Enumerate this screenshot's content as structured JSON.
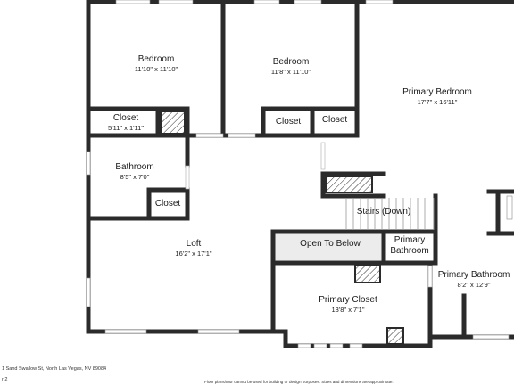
{
  "rooms": [
    {
      "name": "Bedroom",
      "dims": "11'10\" x 11'10\""
    },
    {
      "name": "Bedroom",
      "dims": "11'8\" x 11'10\""
    },
    {
      "name": "Primary Bedroom",
      "dims": "17'7\" x 16'11\""
    },
    {
      "name": "Closet",
      "dims": "5'11\" x 1'11\""
    },
    {
      "name": "Closet",
      "dims": ""
    },
    {
      "name": "Closet",
      "dims": ""
    },
    {
      "name": "Bathroom",
      "dims": "8'5\" x 7'0\""
    },
    {
      "name": "Closet",
      "dims": ""
    },
    {
      "name": "Stairs (Down)",
      "dims": ""
    },
    {
      "name": "Loft",
      "dims": "16'2\" x 17'1\""
    },
    {
      "name": "Open To Below",
      "dims": ""
    },
    {
      "name": "Primary",
      "dims": "Bathroom"
    },
    {
      "name": "Primary Bathroom",
      "dims": "8'2\" x 12'9\""
    },
    {
      "name": "Primary Closet",
      "dims": "13'8\" x 7'1\""
    }
  ],
  "footer": {
    "address": "1 Sand Swallow St, North Las Vegas, NV 89084",
    "floor": "r 2",
    "disclaimer": "Floor plans/tour cannot be used for building or design purposes. Sizes and dimensions are approximate."
  },
  "colors": {
    "wall": "#2b2b2b",
    "fill": "#ffffff",
    "open_to_below": "#ececec"
  }
}
